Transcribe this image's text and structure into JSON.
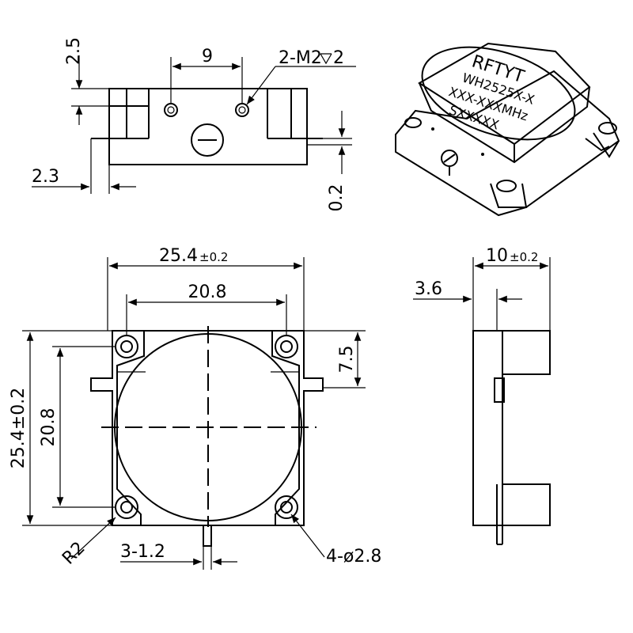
{
  "top_view": {
    "dim_height": "2.5",
    "dim_spacing": "9",
    "dim_thread": "2-M2",
    "dim_thread_depth": "2",
    "dim_left": "2.3",
    "dim_right": "0.2"
  },
  "iso_view": {
    "marking_brand": "RFTYT",
    "marking_model": "WH2525X-X",
    "marking_freq": "XXX-XXXMHz",
    "marking_serial": "SXXXXX"
  },
  "front_view": {
    "dim_width": "25.4",
    "dim_width_tol": "±0.2",
    "dim_hole_spacing": "20.8",
    "dim_height": "25.4±0.2",
    "dim_height_inner": "20.8",
    "dim_offset": "7.5",
    "dim_radius": "R2",
    "dim_pin": "3-1.2",
    "dim_holes": "4-ø2.8"
  },
  "side_view": {
    "dim_depth": "10",
    "dim_depth_tol": "±0.2",
    "dim_step": "3.6"
  }
}
